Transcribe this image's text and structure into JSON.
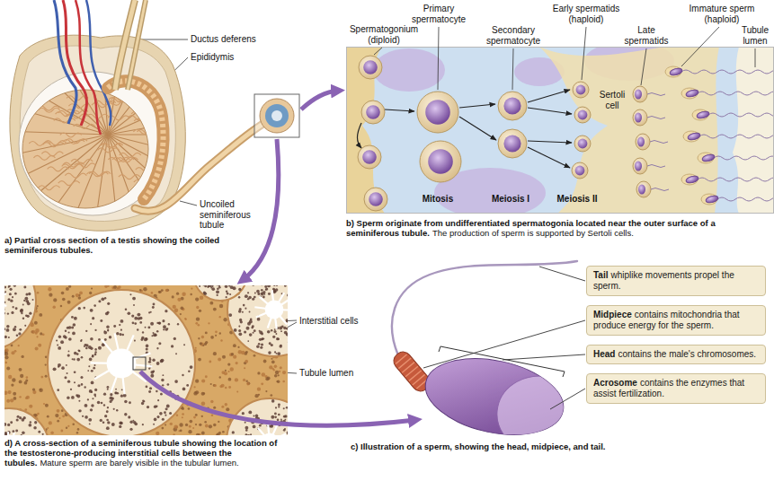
{
  "diagram": {
    "nodes": [
      {
        "text": [
          "Tail",
          "whiplike movements propel the sperm."
        ]
      },
      {
        "text": [
          "Midpiece",
          "contains mitochondria that produce energy for the sperm."
        ]
      },
      {
        "text": [
          "Head",
          "contains the male's chromosomes."
        ]
      },
      {
        "text": [
          "Acrosome",
          "contains the enzymes that assist fertilization."
        ]
      }
    ],
    "labels": [
      "Ductus deferens",
      "Epididymis",
      "Uncoiled seminiferous tubule",
      "a) Partial cross section of a testis showing the coiled seminiferous tubules.",
      "Spermatogonium (diploid)",
      "Primary spermatocyte",
      "Secondary spermatocyte",
      "Early spermatids (haploid)",
      "Late spermatids",
      "Immature sperm (haploid)",
      "Tubule lumen",
      "Sertoli cell",
      "Mitosis",
      "Meiosis I",
      "Meiosis II",
      "b) Sperm originate from undifferentiated spermatogonia located near the outer surface of a seminiferous tubule.",
      "The production of sperm is supported by Sertoli cells.",
      "Interstitial cells",
      "Tubule lumen",
      "d) A cross-section of a seminiferous tubule showing the location of the testosterone-producing interstitial cells between the tubules.",
      "Mature sperm are barely visible in the tubular lumen.",
      "c) Illustration of a sperm, showing the head, midpiece, and tail."
    ]
  }
}
